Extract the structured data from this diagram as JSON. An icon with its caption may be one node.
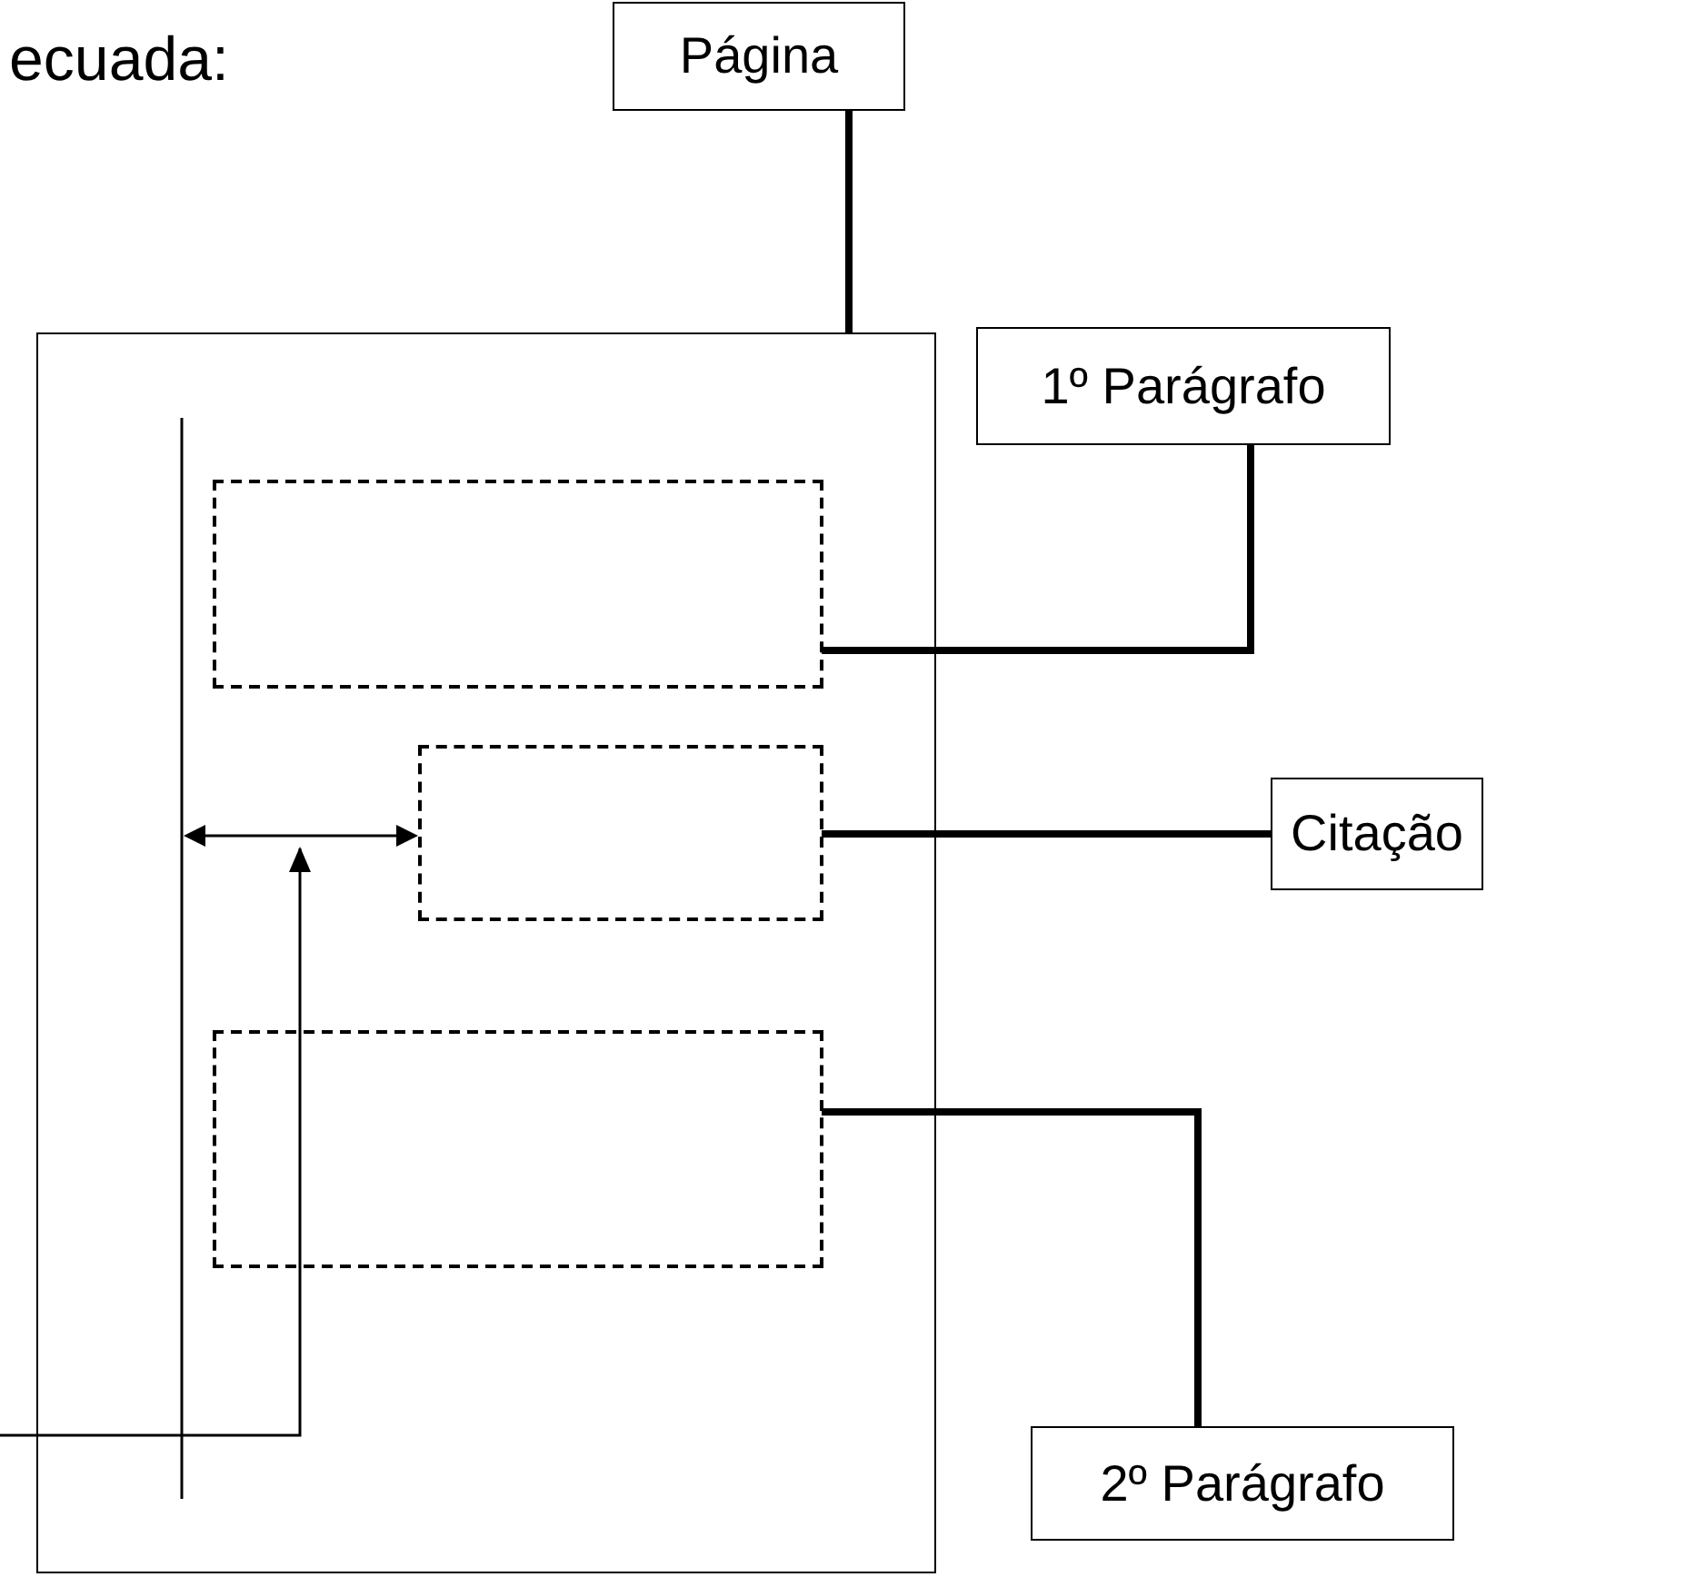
{
  "diagram": {
    "nodes": [
      {
        "text": [
          "Página"
        ]
      },
      {
        "text": [],
        "shape": "box"
      },
      {
        "text": [],
        "shape": "box",
        "in": 1
      },
      {
        "text": [],
        "shape": "box",
        "in": 1
      },
      {
        "text": [],
        "shape": "bar",
        "in": 1
      },
      {
        "text": [],
        "shape": "box",
        "in": 1
      },
      {
        "text": [
          "1º Parágrafo"
        ]
      },
      {
        "text": [
          "Citação"
        ]
      },
      {
        "text": [
          "2º Parágrafo"
        ]
      }
    ],
    "edges": [
      {
        "from": 0,
        "to": 1,
        "arrow": "none"
      },
      {
        "from": 6,
        "to": 2,
        "arrow": "none"
      },
      {
        "from": 7,
        "to": 3,
        "arrow": "none"
      },
      {
        "from": 8,
        "to": 5,
        "arrow": "none"
      },
      {
        "from": null,
        "to": 4,
        "arrow": "to"
      }
    ],
    "labels": [
      "ecuada:"
    ]
  }
}
